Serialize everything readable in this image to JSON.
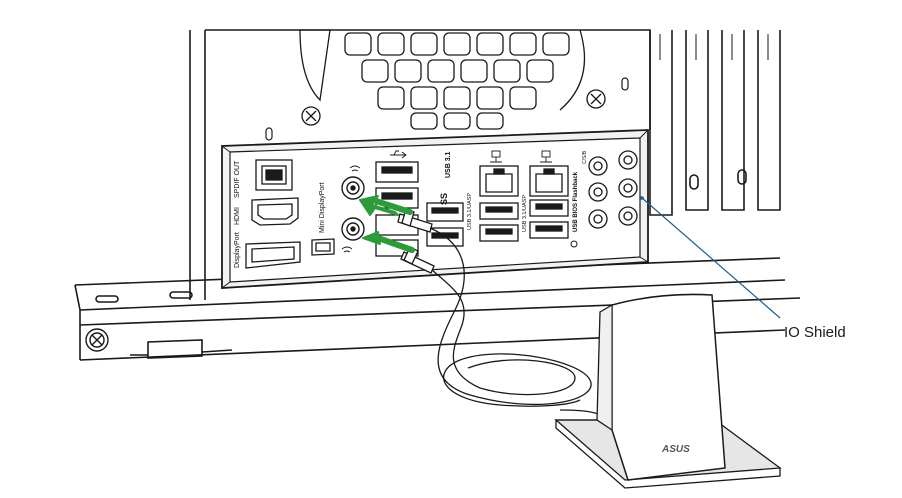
{
  "callout": {
    "label": "IO Shield",
    "line_color": "#1f5f8b"
  },
  "io_labels": {
    "spdif": "SPDIF OUT",
    "hdmi": "HDMI",
    "displayport": "DisplayPort",
    "mini_displayport": "Mini DisplayPort",
    "usb31": "USB 3.1",
    "usb31_uasp_a": "USB 3.1/UASP",
    "usb31_uasp_b": "USB 3.1/UASP",
    "usb_bios": "USB BIOS Flashback",
    "clr_cmos": "C/S/B"
  },
  "antenna": {
    "brand": "ASUS"
  },
  "colors": {
    "arrow": "#2e9b3a",
    "outline": "#1a1a1a",
    "shadow": "#d9d9d9"
  }
}
